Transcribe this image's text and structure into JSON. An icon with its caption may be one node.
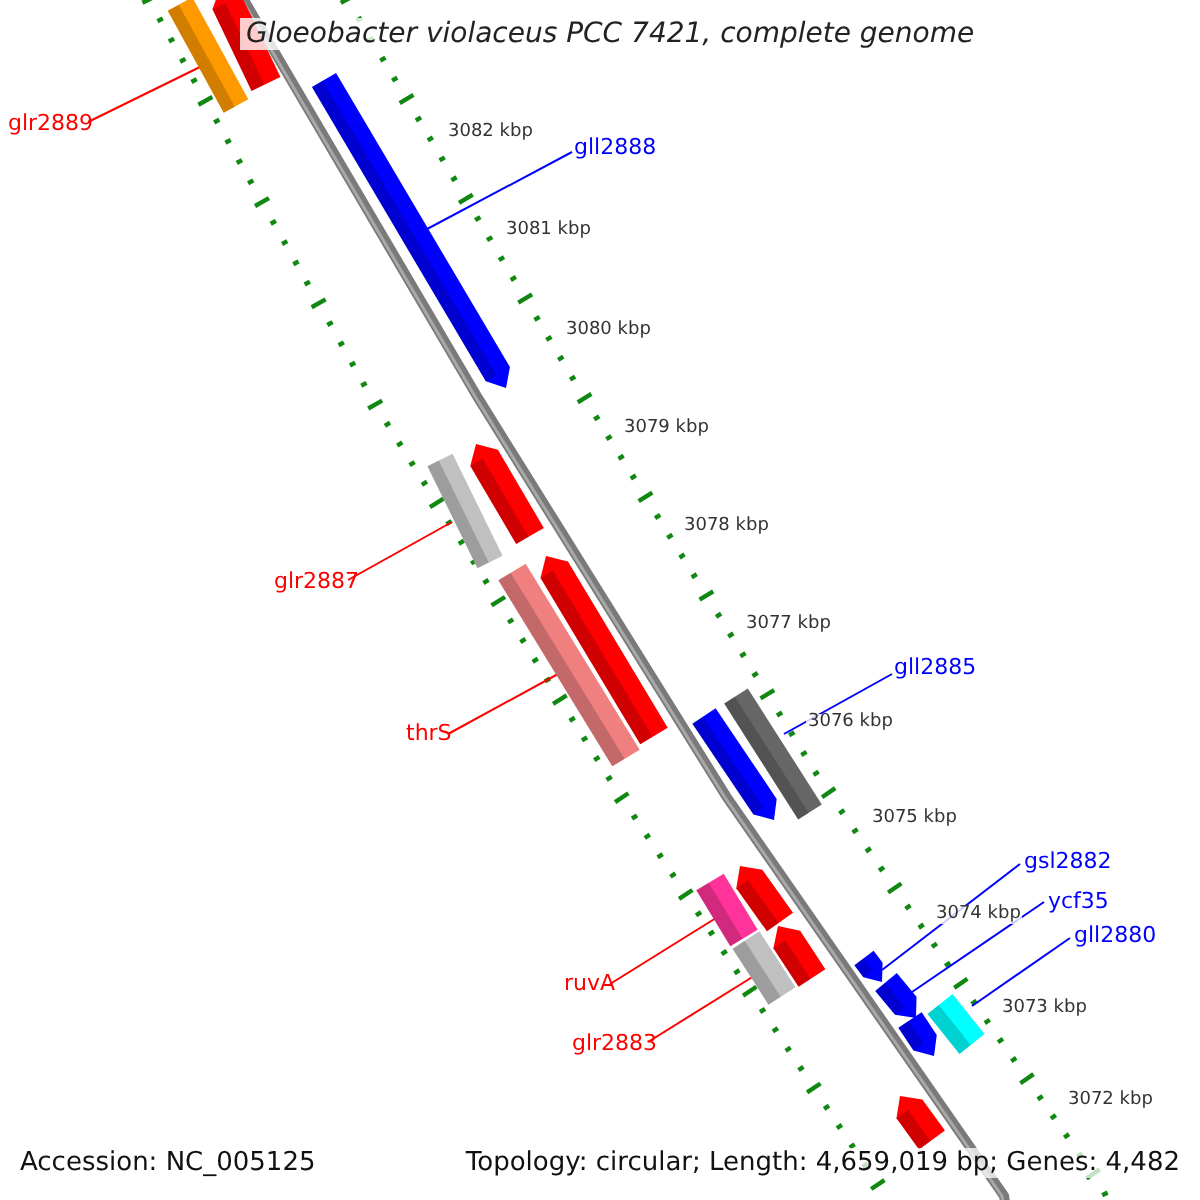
{
  "diagram": {
    "title": "Gloeobacter violaceus PCC 7421, complete genome",
    "nodes": [
      {
        "text": [
          "glr2889"
        ]
      },
      {
        "text": [],
        "shape": "bar"
      },
      {
        "text": [
          "gll2888"
        ]
      },
      {
        "text": [],
        "shape": "bar"
      },
      {
        "text": [
          "glr2887"
        ]
      },
      {
        "text": [],
        "shape": "bar"
      },
      {
        "text": [
          "thrS"
        ]
      },
      {
        "text": [],
        "shape": "bar"
      },
      {
        "text": [
          "gll2885"
        ]
      },
      {
        "text": [],
        "shape": "bar"
      },
      {
        "text": [
          "gsl2882"
        ]
      },
      {
        "text": [],
        "shape": "bar"
      },
      {
        "text": [
          "ycf35"
        ]
      },
      {
        "text": [],
        "shape": "bar"
      },
      {
        "text": [
          "gll2880"
        ]
      },
      {
        "text": [],
        "shape": "bar"
      },
      {
        "text": [
          "ruvA"
        ]
      },
      {
        "text": [],
        "shape": "bar"
      },
      {
        "text": [
          "glr2883"
        ]
      },
      {
        "text": [],
        "shape": "bar"
      },
      {
        "text": [],
        "shape": "bar"
      },
      {
        "text": [],
        "shape": "bar"
      },
      {
        "text": [],
        "shape": "bar"
      },
      {
        "text": [],
        "shape": "bar"
      },
      {
        "text": [],
        "shape": "bar"
      },
      {
        "text": [],
        "shape": "bar"
      },
      {
        "text": [],
        "shape": "bar"
      },
      {
        "text": [],
        "shape": "bar"
      }
    ],
    "edges": [
      {
        "from": 0,
        "to": 1,
        "arrow": "none"
      },
      {
        "from": 2,
        "to": 3,
        "arrow": "none",
        "color": "#0000ff"
      },
      {
        "from": 4,
        "to": 5,
        "arrow": "none"
      },
      {
        "from": 6,
        "to": 7,
        "arrow": "none"
      },
      {
        "from": 8,
        "to": 9,
        "arrow": "none",
        "color": "#0000ff"
      },
      {
        "from": 10,
        "to": 11,
        "arrow": "none",
        "color": "#0000ff"
      },
      {
        "from": 12,
        "to": 13,
        "arrow": "none",
        "color": "#0000ff"
      },
      {
        "from": 14,
        "to": 15,
        "arrow": "none",
        "color": "#0000ff"
      },
      {
        "from": 16,
        "to": 17,
        "arrow": "none"
      },
      {
        "from": 18,
        "to": 19,
        "arrow": "none"
      }
    ],
    "labels": [
      "3082 kbp",
      "3081 kbp",
      "3080 kbp",
      "3079 kbp",
      "3078 kbp",
      "3077 kbp",
      "3076 kbp",
      "3075 kbp",
      "3074 kbp",
      "3073 kbp",
      "3072 kbp",
      "Accession: NC_005125",
      "Topology: circular; Length: 4,659,019 bp; Genes: 4,482"
    ]
  }
}
